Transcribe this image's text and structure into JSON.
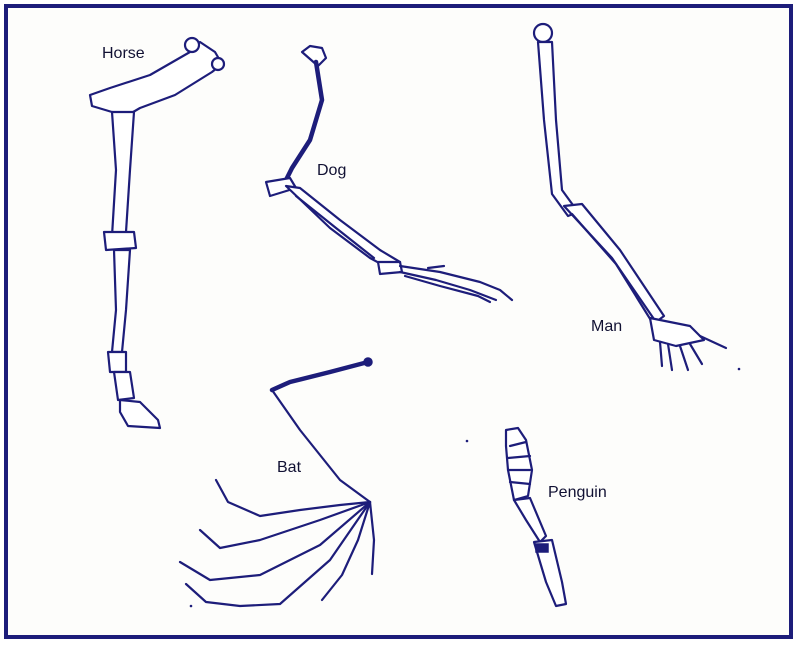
{
  "labels": {
    "horse": "Horse",
    "dog": "Dog",
    "man": "Man",
    "bat": "Bat",
    "penguin": "Penguin"
  },
  "colors": {
    "ink": "#1d1d7a",
    "border": "#1d1d7a",
    "background": "#fdfdfb"
  }
}
